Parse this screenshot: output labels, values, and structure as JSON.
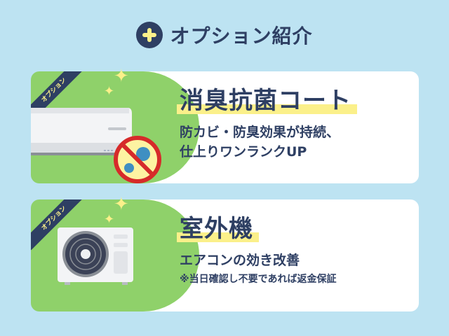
{
  "header": {
    "title": "オプション紹介",
    "icon": "plus-circle-icon"
  },
  "options": [
    {
      "ribbon": "オプション",
      "title": "消臭抗菌コート",
      "description_lines": [
        "防カビ・防臭効果が持続、",
        "仕上りワンランクUP"
      ],
      "illustration": "air-conditioner-with-no-germs-icon"
    },
    {
      "ribbon": "オプション",
      "title": "室外機",
      "description_lines": [
        "エアコンの効き改善"
      ],
      "note": "※当日確認し不要であれば返金保証",
      "illustration": "outdoor-unit-icon"
    }
  ],
  "colors": {
    "background": "#bde3f2",
    "navy": "#2e3f63",
    "green": "#8fd16a",
    "yellow": "#fbf08a",
    "red": "#d62a2a"
  }
}
